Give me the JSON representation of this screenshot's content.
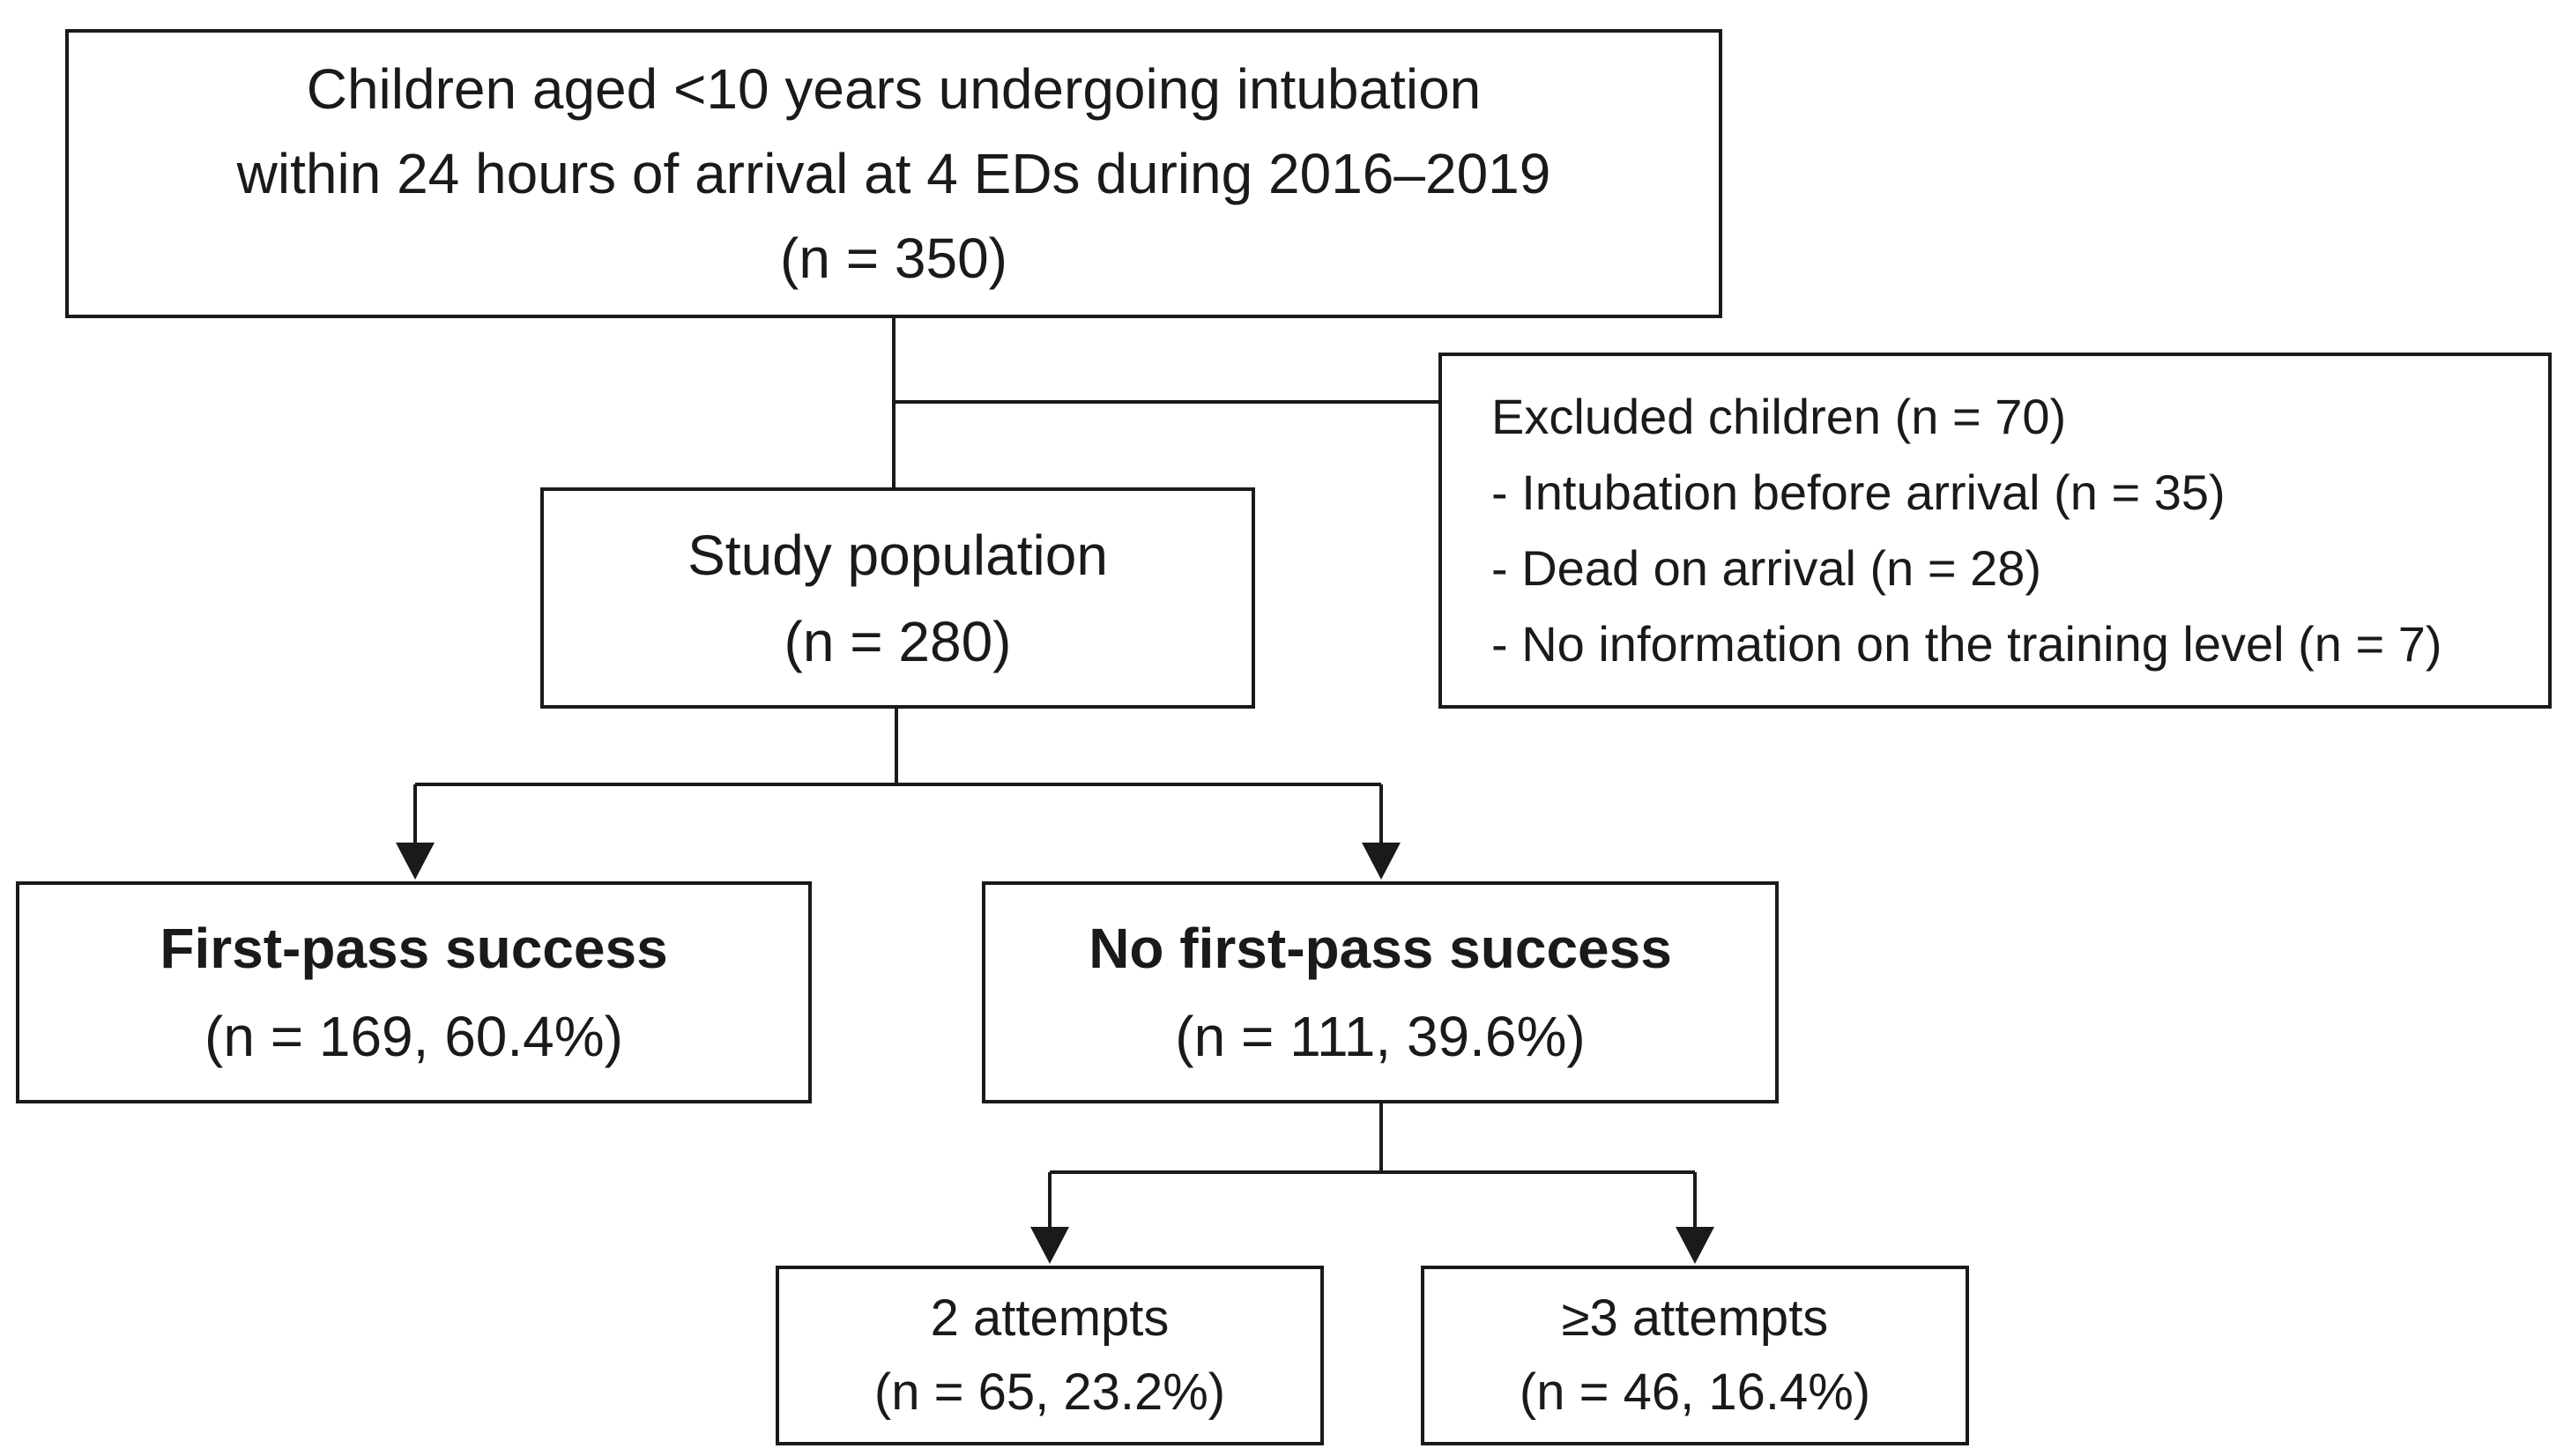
{
  "top_box": {
    "line1": "Children aged <10 years undergoing intubation",
    "line2": "within 24 hours of arrival at 4 EDs during 2016–2019",
    "line3": "(n = 350)"
  },
  "excluded_box": {
    "title": "Excluded children (n = 70)",
    "items": [
      "- Intubation before arrival (n = 35)",
      "- Dead on arrival (n = 28)",
      "- No information on the training level (n = 7)"
    ]
  },
  "study_box": {
    "title": "Study population",
    "count": "(n = 280)"
  },
  "first_pass_box": {
    "title": "First-pass success",
    "count": "(n = 169, 60.4%)"
  },
  "no_first_pass_box": {
    "title": "No first-pass success",
    "count": "(n = 111, 39.6%)"
  },
  "two_attempts_box": {
    "title": "2 attempts",
    "count": "(n = 65, 23.2%)"
  },
  "three_attempts_box": {
    "title": "≥3 attempts",
    "count": "(n = 46, 16.4%)"
  },
  "colors": {
    "line": "#1a1a1a",
    "background": "#ffffff"
  }
}
